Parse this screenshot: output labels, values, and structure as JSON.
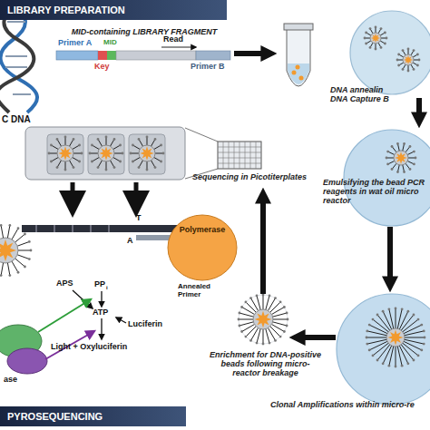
{
  "diagram": {
    "nodes": [
      {
        "text": [
          "LIBRARY PREPARATION"
        ]
      },
      {
        "text": [
          "MID-containing LIBRARY FRAGMENT"
        ]
      },
      {
        "text": [
          "DNA annealin",
          "DNA Capture B"
        ]
      },
      {
        "text": [
          "Sequencing in Picotiterplates"
        ]
      },
      {
        "text": [
          "Emulsifying the bead PCR reagents in wat oil micro reactor"
        ]
      },
      {
        "text": [
          "Polymerase"
        ]
      },
      {
        "text": [
          "Enrichment for DNA-positive beads following micro-reactor breakage"
        ]
      },
      {
        "text": [
          "Clonal Amplifications within micro-re"
        ]
      },
      {
        "text": [
          "PYROSEQUENCING"
        ]
      }
    ],
    "edges": [
      {
        "from": 1,
        "to": 2,
        "arrow": "to"
      },
      {
        "from": 2,
        "to": 4,
        "arrow": "to"
      },
      {
        "from": 4,
        "to": 7,
        "arrow": "to"
      },
      {
        "from": 7,
        "to": 6,
        "arrow": "to"
      },
      {
        "from": 6,
        "to": 3,
        "arrow": "to"
      }
    ],
    "labels": [
      "C DNA",
      "Primer A",
      "MID",
      "Key",
      "Read",
      "Primer B",
      "T",
      "A",
      "APS",
      "PP",
      "i",
      "ATP",
      "Luciferin",
      "Light + Oxyluciferin",
      "Annealed Primer",
      "ase"
    ]
  }
}
